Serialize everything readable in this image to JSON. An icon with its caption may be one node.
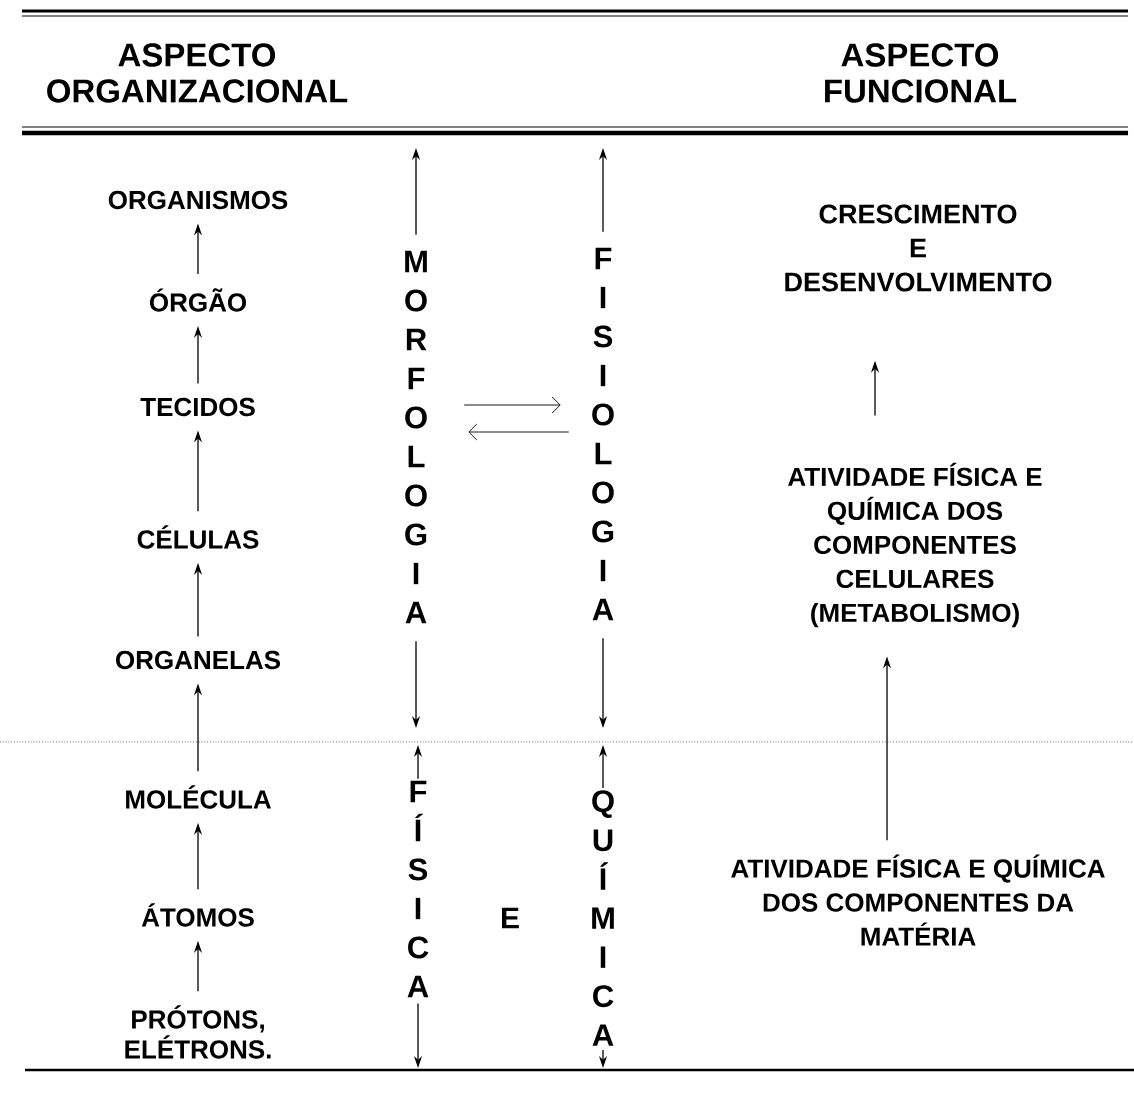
{
  "diagram": {
    "nodes": [
      {
        "text": [
          "ORGANISMOS"
        ]
      },
      {
        "text": [
          "ÓRGÃO"
        ]
      },
      {
        "text": [
          "TECIDOS"
        ]
      },
      {
        "text": [
          "CÉLULAS"
        ]
      },
      {
        "text": [
          "ORGANELAS"
        ]
      },
      {
        "text": [
          "MOLÉCULA"
        ]
      },
      {
        "text": [
          "ÁTOMOS"
        ]
      },
      {
        "text": [
          "PRÓTONS, ELÉTRONS."
        ]
      },
      {
        "text": [
          "MORFOLOGIA"
        ]
      },
      {
        "text": [
          "FISIOLOGIA"
        ]
      },
      {
        "text": [
          "FÍSICA"
        ]
      },
      {
        "text": [
          "QUÍMICA"
        ]
      },
      {
        "text": [
          "CRESCIMENTO E DESENVOLVIMENTO"
        ]
      },
      {
        "text": [
          "ATIVIDADE FÍSICA E QUÍMICA DOS COMPONENTES CELULARES (METABOLISMO)"
        ]
      },
      {
        "text": [
          "ATIVIDADE FÍSICA E QUÍMICA DOS COMPONENTES DA MATÉRIA"
        ]
      }
    ],
    "edges": [
      {
        "from": 1,
        "to": 0,
        "arrow": "to"
      },
      {
        "from": 2,
        "to": 1,
        "arrow": "to"
      },
      {
        "from": 3,
        "to": 2,
        "arrow": "to"
      },
      {
        "from": 4,
        "to": 3,
        "arrow": "to"
      },
      {
        "from": 5,
        "to": 4,
        "arrow": "to"
      },
      {
        "from": 6,
        "to": 5,
        "arrow": "to"
      },
      {
        "from": 7,
        "to": 6,
        "arrow": "to"
      },
      {
        "from": 8,
        "to": null,
        "arrow": "to"
      },
      {
        "from": 8,
        "to": null,
        "arrow": "to"
      },
      {
        "from": 9,
        "to": null,
        "arrow": "to"
      },
      {
        "from": 9,
        "to": null,
        "arrow": "to"
      },
      {
        "from": 10,
        "to": null,
        "arrow": "to"
      },
      {
        "from": 10,
        "to": null,
        "arrow": "to"
      },
      {
        "from": 11,
        "to": null,
        "arrow": "to"
      },
      {
        "from": 11,
        "to": null,
        "arrow": "to"
      },
      {
        "from": 8,
        "to": 9,
        "arrow": "to"
      },
      {
        "from": 9,
        "to": 8,
        "arrow": "to"
      },
      {
        "from": 14,
        "to": 13,
        "arrow": "to"
      },
      {
        "from": 13,
        "to": 12,
        "arrow": "to"
      }
    ],
    "labels": [
      "ASPECTO ORGANIZACIONAL",
      "ASPECTO FUNCIONAL",
      "E"
    ]
  }
}
